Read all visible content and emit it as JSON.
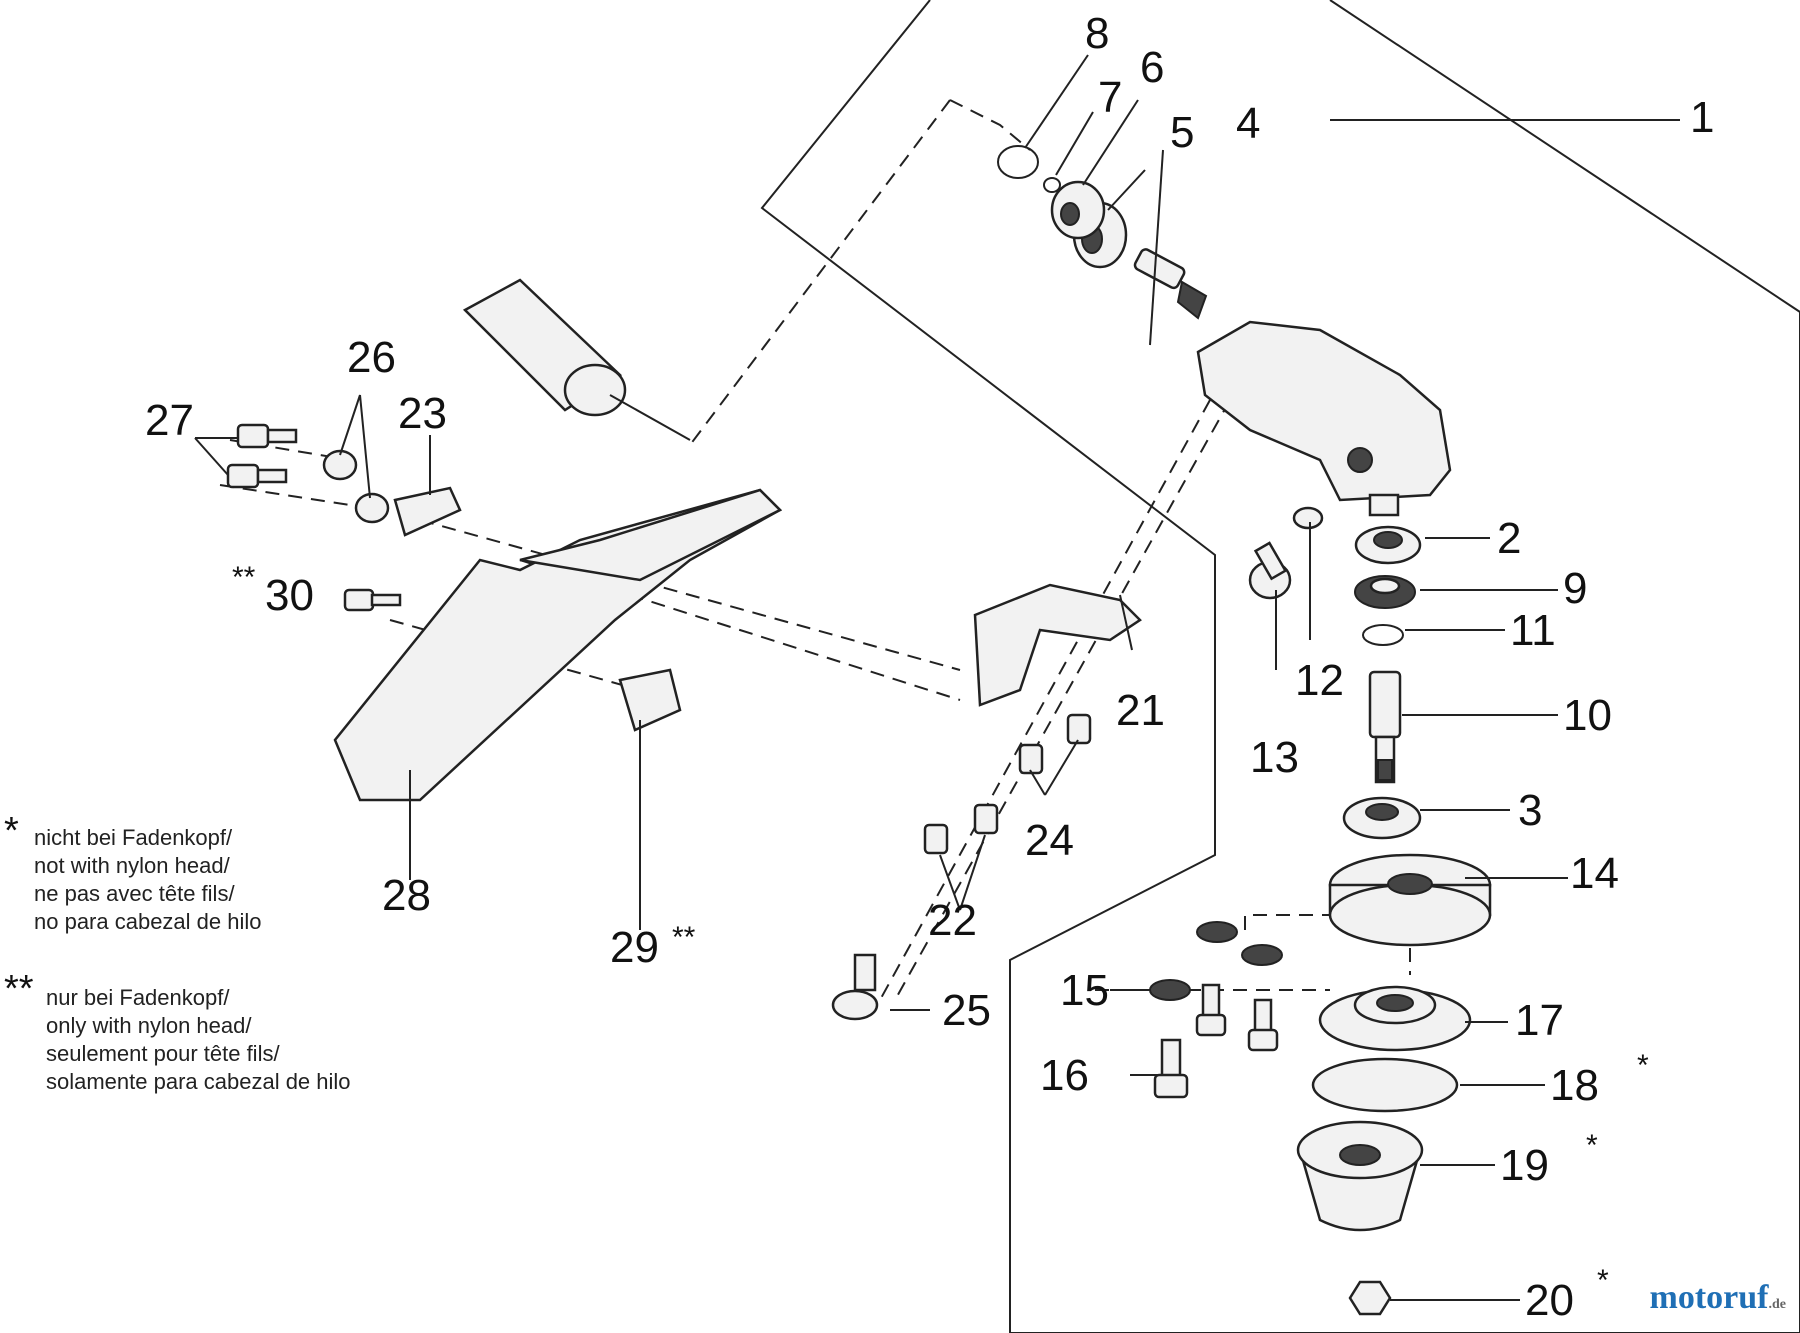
{
  "callouts": [
    "1",
    "2",
    "3",
    "4",
    "5",
    "6",
    "7",
    "8",
    "9",
    "10",
    "11",
    "12",
    "13",
    "14",
    "15",
    "16",
    "17",
    "18",
    "19",
    "20",
    "21",
    "22",
    "23",
    "24",
    "25",
    "26",
    "27",
    "28",
    "29",
    "30"
  ],
  "asterisk_single": "*",
  "asterisk_double": "**",
  "notes": {
    "single": {
      "marker": "*",
      "lines": [
        "nicht bei Fadenkopf/",
        "not with nylon head/",
        "ne pas avec tête fils/",
        "no para cabezal de hilo"
      ]
    },
    "double": {
      "marker": "**",
      "lines": [
        "nur bei Fadenkopf/",
        "only with nylon head/",
        "seulement pour tête fils/",
        "solamente para cabezal de hilo"
      ]
    }
  },
  "watermark": {
    "text": "motoruf",
    "suffix": ".de"
  },
  "colors": {
    "line": "#222222",
    "brand": "#1f6fb5"
  }
}
